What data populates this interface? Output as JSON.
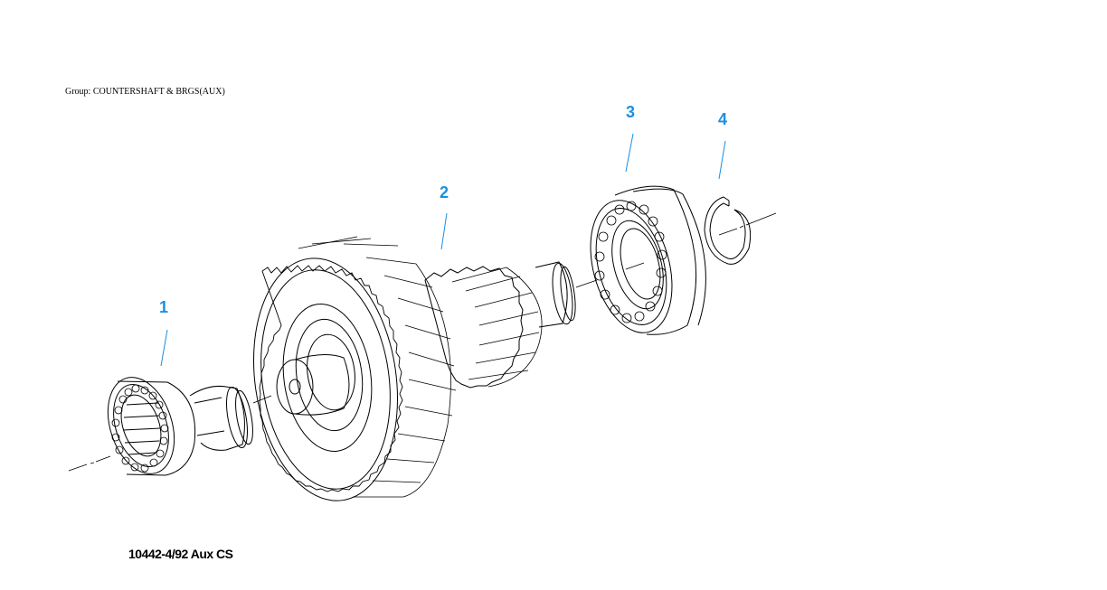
{
  "group_label": "Group: COUNTERSHAFT & BRGS(AUX)",
  "callouts": [
    {
      "id": "1"
    },
    {
      "id": "2"
    },
    {
      "id": "3"
    },
    {
      "id": "4"
    }
  ],
  "figure_id": "10442-4/92 Aux CS",
  "colors": {
    "callout": "#1a8fe3",
    "line": "#000000",
    "background": "#ffffff"
  }
}
